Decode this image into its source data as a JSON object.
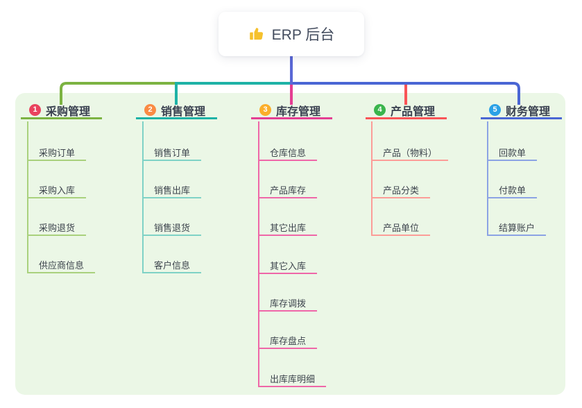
{
  "root": {
    "label": "ERP 后台",
    "icon": "thumbs-up-icon"
  },
  "colors": {
    "page_bg": "#ffffff",
    "panel_bg": "#ebf7e6",
    "root_drop_line": "#5a68d6",
    "header_text": "#3a4150",
    "child_text": "#3e454e",
    "thumb_yellow": "#f5c12e"
  },
  "branches": [
    {
      "index": "1",
      "label": "采购管理",
      "badge_color": "#e9435e",
      "line_color": "#7cb342",
      "light_color": "#a9d17d",
      "children": [
        "采购订单",
        "采购入库",
        "采购退货",
        "供应商信息"
      ]
    },
    {
      "index": "2",
      "label": "销售管理",
      "badge_color": "#fa8b44",
      "line_color": "#1eb2a6",
      "light_color": "#7fd2c6",
      "children": [
        "销售订单",
        "销售出库",
        "销售退货",
        "客户信息"
      ]
    },
    {
      "index": "3",
      "label": "库存管理",
      "badge_color": "#fbae2a",
      "line_color": "#e43e92",
      "light_color": "#ef67a8",
      "children": [
        "仓库信息",
        "产品库存",
        "其它出库",
        "其它入库",
        "库存调拨",
        "库存盘点",
        "出库库明细"
      ]
    },
    {
      "index": "4",
      "label": "产品管理",
      "badge_color": "#3ab54c",
      "line_color": "#f95457",
      "light_color": "#fc9d98",
      "children": [
        "产品（物料）",
        "产品分类",
        "产品单位"
      ]
    },
    {
      "index": "5",
      "label": "财务管理",
      "badge_color": "#2ba1e6",
      "line_color": "#4a66d4",
      "light_color": "#8ca3e4",
      "children": [
        "回款单",
        "付款单",
        "结算账户"
      ]
    }
  ]
}
